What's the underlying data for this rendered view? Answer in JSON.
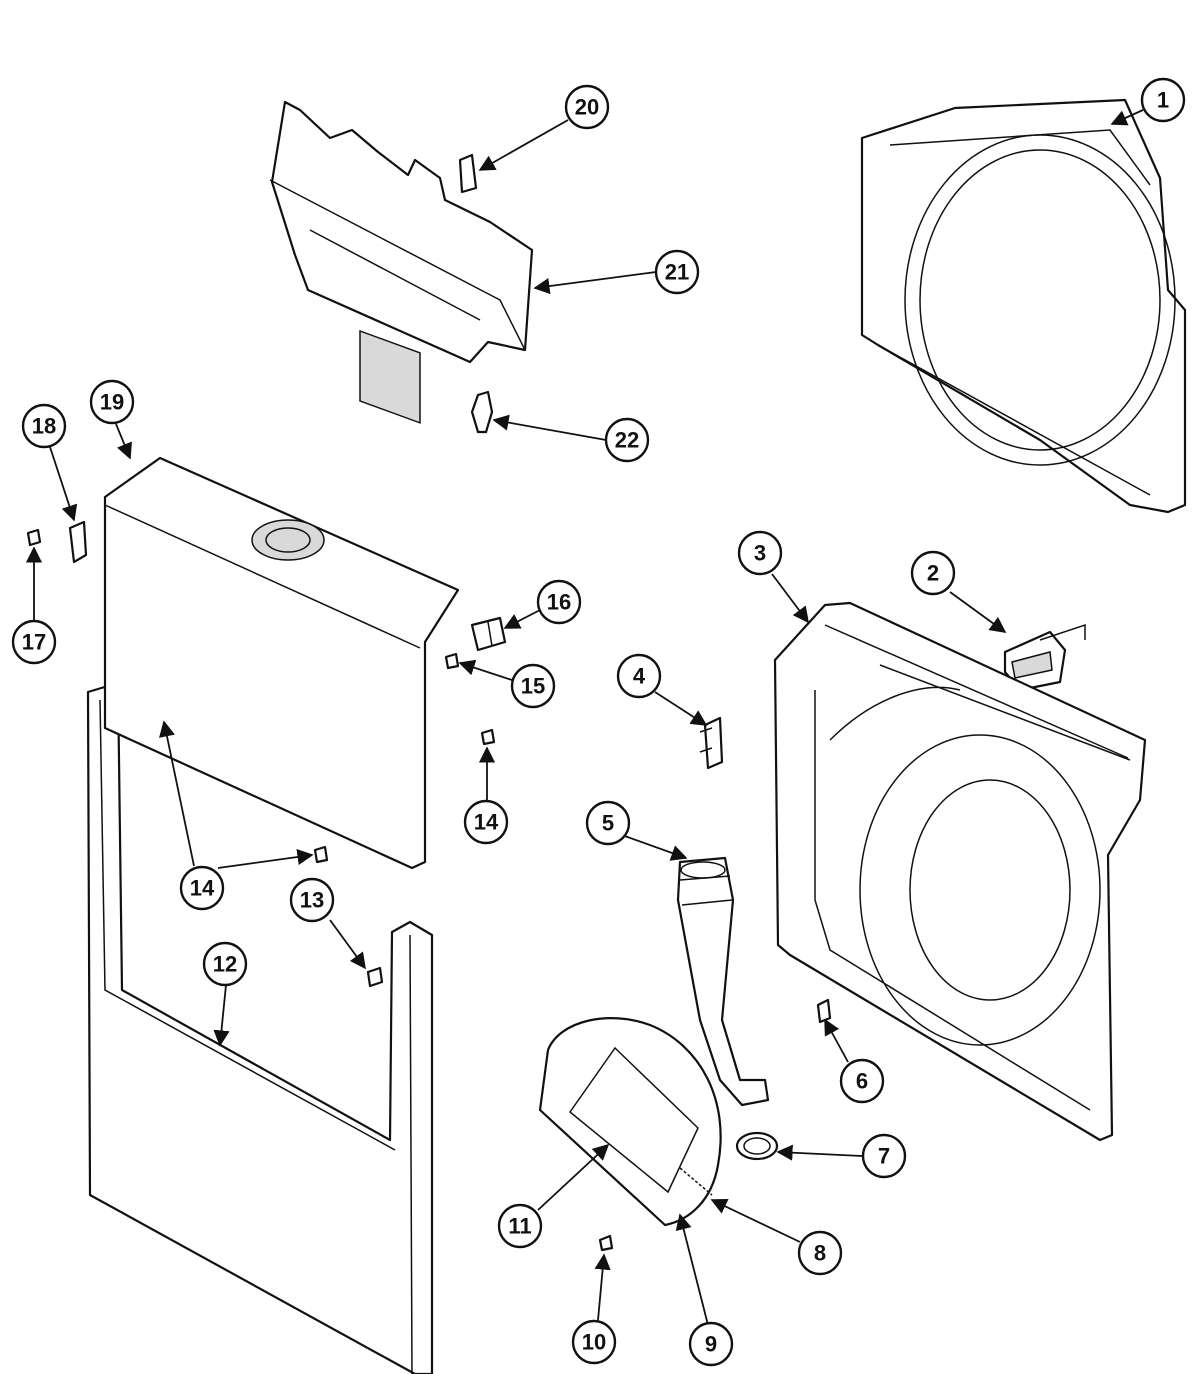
{
  "callouts": [
    {
      "id": "callout-1",
      "label": "1"
    },
    {
      "id": "callout-2",
      "label": "2"
    },
    {
      "id": "callout-3",
      "label": "3"
    },
    {
      "id": "callout-4",
      "label": "4"
    },
    {
      "id": "callout-5",
      "label": "5"
    },
    {
      "id": "callout-6",
      "label": "6"
    },
    {
      "id": "callout-7",
      "label": "7"
    },
    {
      "id": "callout-8",
      "label": "8"
    },
    {
      "id": "callout-9",
      "label": "9"
    },
    {
      "id": "callout-10",
      "label": "10"
    },
    {
      "id": "callout-11",
      "label": "11"
    },
    {
      "id": "callout-12",
      "label": "12"
    },
    {
      "id": "callout-13",
      "label": "13"
    },
    {
      "id": "callout-14a",
      "label": "14"
    },
    {
      "id": "callout-14b",
      "label": "14"
    },
    {
      "id": "callout-15",
      "label": "15"
    },
    {
      "id": "callout-16",
      "label": "16"
    },
    {
      "id": "callout-17",
      "label": "17"
    },
    {
      "id": "callout-18",
      "label": "18"
    },
    {
      "id": "callout-19",
      "label": "19"
    },
    {
      "id": "callout-20",
      "label": "20"
    },
    {
      "id": "callout-21",
      "label": "21"
    },
    {
      "id": "callout-22",
      "label": "22"
    }
  ]
}
